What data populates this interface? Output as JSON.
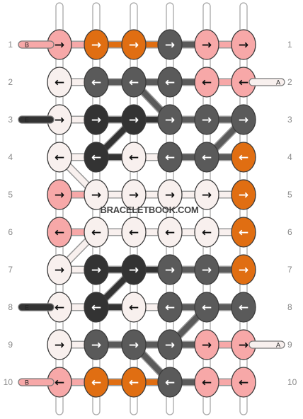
{
  "watermark": "BRACELETBOOK.COM",
  "colors": {
    "A": "#f8f0ee",
    "B": "#f7a8a8",
    "C": "#e06e12",
    "D": "#5a5a5a",
    "E": "#333333"
  },
  "string_top_colors": [
    "B",
    "C",
    "C",
    "D",
    "B",
    "B"
  ],
  "left_ends": [
    {
      "row": 1,
      "label": "B"
    },
    {
      "row": 3,
      "label": "E"
    },
    {
      "row": 8,
      "label": "E"
    },
    {
      "row": 10,
      "label": "B"
    }
  ],
  "right_ends": [
    {
      "row": 2,
      "label": "A"
    },
    {
      "row": 9,
      "label": "A"
    }
  ],
  "rows": [
    {
      "num": "1",
      "knots": [
        [
          "B",
          "r"
        ],
        [
          "C",
          "r"
        ],
        [
          "C",
          "r"
        ],
        [
          "D",
          "r"
        ],
        [
          "B",
          "r"
        ],
        [
          "B",
          "r"
        ]
      ]
    },
    {
      "num": "2",
      "knots": [
        [
          "A",
          "l"
        ],
        [
          "D",
          "l"
        ],
        [
          "D",
          "l"
        ],
        [
          "D",
          "l"
        ],
        [
          "B",
          "l"
        ],
        [
          "B",
          "l"
        ]
      ]
    },
    {
      "num": "3",
      "knots": [
        [
          "A",
          "r"
        ],
        [
          "E",
          "r"
        ],
        [
          "E",
          "r"
        ],
        [
          "D",
          "r"
        ],
        [
          "D",
          "r"
        ],
        [
          "D",
          "r"
        ]
      ]
    },
    {
      "num": "4",
      "knots": [
        [
          "A",
          "l"
        ],
        [
          "E",
          "l"
        ],
        [
          "A",
          "l"
        ],
        [
          "D",
          "l"
        ],
        [
          "D",
          "l"
        ],
        [
          "C",
          "l"
        ]
      ]
    },
    {
      "num": "5",
      "knots": [
        [
          "B",
          "r"
        ],
        [
          "A",
          "r"
        ],
        [
          "A",
          "r"
        ],
        [
          "A",
          "r"
        ],
        [
          "A",
          "r"
        ],
        [
          "C",
          "r"
        ]
      ]
    },
    {
      "num": "6",
      "knots": [
        [
          "B",
          "l"
        ],
        [
          "A",
          "l"
        ],
        [
          "A",
          "l"
        ],
        [
          "A",
          "l"
        ],
        [
          "A",
          "l"
        ],
        [
          "C",
          "l"
        ]
      ]
    },
    {
      "num": "7",
      "knots": [
        [
          "A",
          "r"
        ],
        [
          "E",
          "r"
        ],
        [
          "E",
          "r"
        ],
        [
          "D",
          "r"
        ],
        [
          "D",
          "r"
        ],
        [
          "C",
          "r"
        ]
      ]
    },
    {
      "num": "8",
      "knots": [
        [
          "A",
          "l"
        ],
        [
          "E",
          "l"
        ],
        [
          "A",
          "l"
        ],
        [
          "D",
          "l"
        ],
        [
          "D",
          "l"
        ],
        [
          "D",
          "l"
        ]
      ]
    },
    {
      "num": "9",
      "knots": [
        [
          "A",
          "r"
        ],
        [
          "D",
          "r"
        ],
        [
          "D",
          "r"
        ],
        [
          "D",
          "r"
        ],
        [
          "B",
          "r"
        ],
        [
          "B",
          "r"
        ]
      ]
    },
    {
      "num": "10",
      "knots": [
        [
          "B",
          "l"
        ],
        [
          "C",
          "l"
        ],
        [
          "C",
          "l"
        ],
        [
          "D",
          "l"
        ],
        [
          "B",
          "l"
        ],
        [
          "B",
          "l"
        ]
      ]
    }
  ]
}
